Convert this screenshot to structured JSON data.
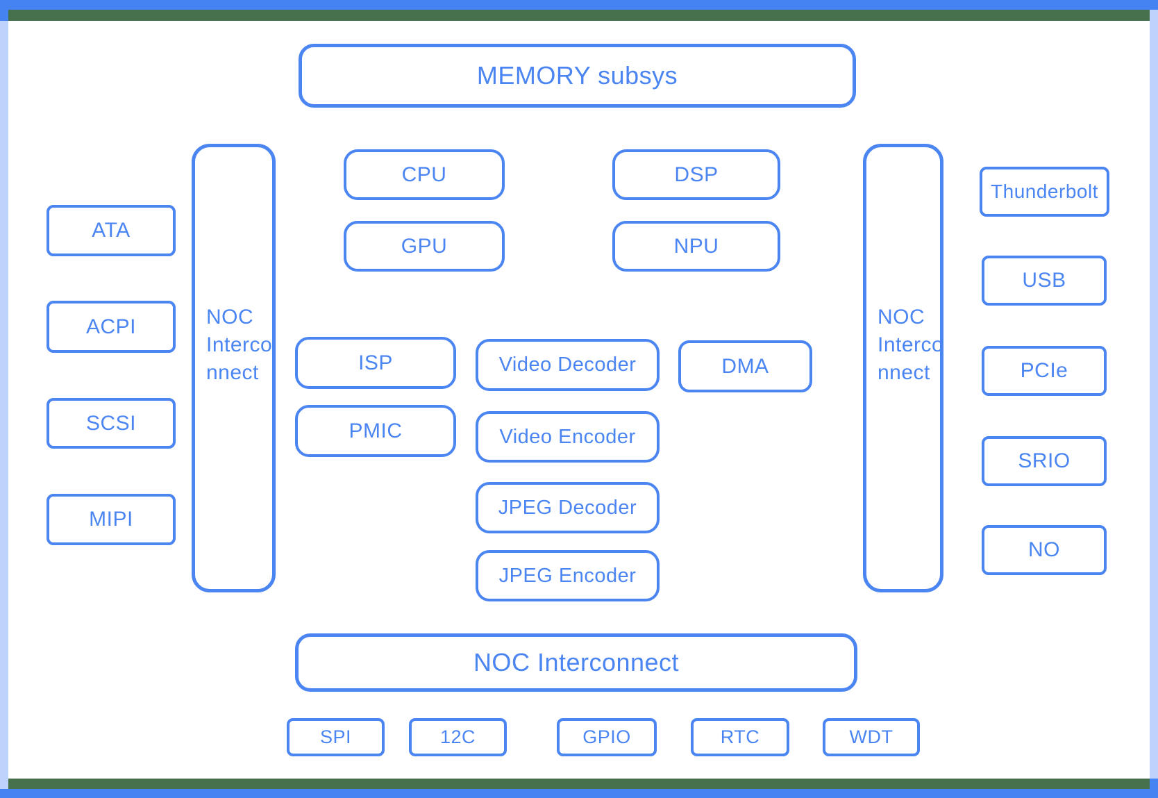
{
  "colors": {
    "accent_blue": "#4a85f2",
    "frame_blue": "#4583f2",
    "frame_light_blue": "#bdd3fc",
    "frame_green": "#47704d",
    "background": "#ffffff"
  },
  "blocks": {
    "memory": "MEMORY subsys",
    "noc_side": {
      "line1": "NOC",
      "line2": "Interco",
      "line3": "nnect"
    },
    "noc_bottom": "NOC Interconnect",
    "left_io": {
      "ata": "ATA",
      "acpi": "ACPI",
      "scsi": "SCSI",
      "mipi": "MIPI"
    },
    "compute": {
      "cpu": "CPU",
      "dsp": "DSP",
      "gpu": "GPU",
      "npu": "NPU"
    },
    "media": {
      "isp": "ISP",
      "video_decoder": "Video Decoder",
      "dma": "DMA",
      "pmic": "PMIC",
      "video_encoder": "Video Encoder",
      "jpeg_decoder": "JPEG Decoder",
      "jpeg_encoder": "JPEG Encoder"
    },
    "right_io": {
      "thunderbolt": "Thunderbolt",
      "usb": "USB",
      "pcie": "PCIe",
      "srio": "SRIO",
      "no": "NO"
    },
    "peripherals": {
      "spi": "SPI",
      "i2c": "12C",
      "gpio": "GPIO",
      "rtc": "RTC",
      "wdt": "WDT"
    }
  }
}
